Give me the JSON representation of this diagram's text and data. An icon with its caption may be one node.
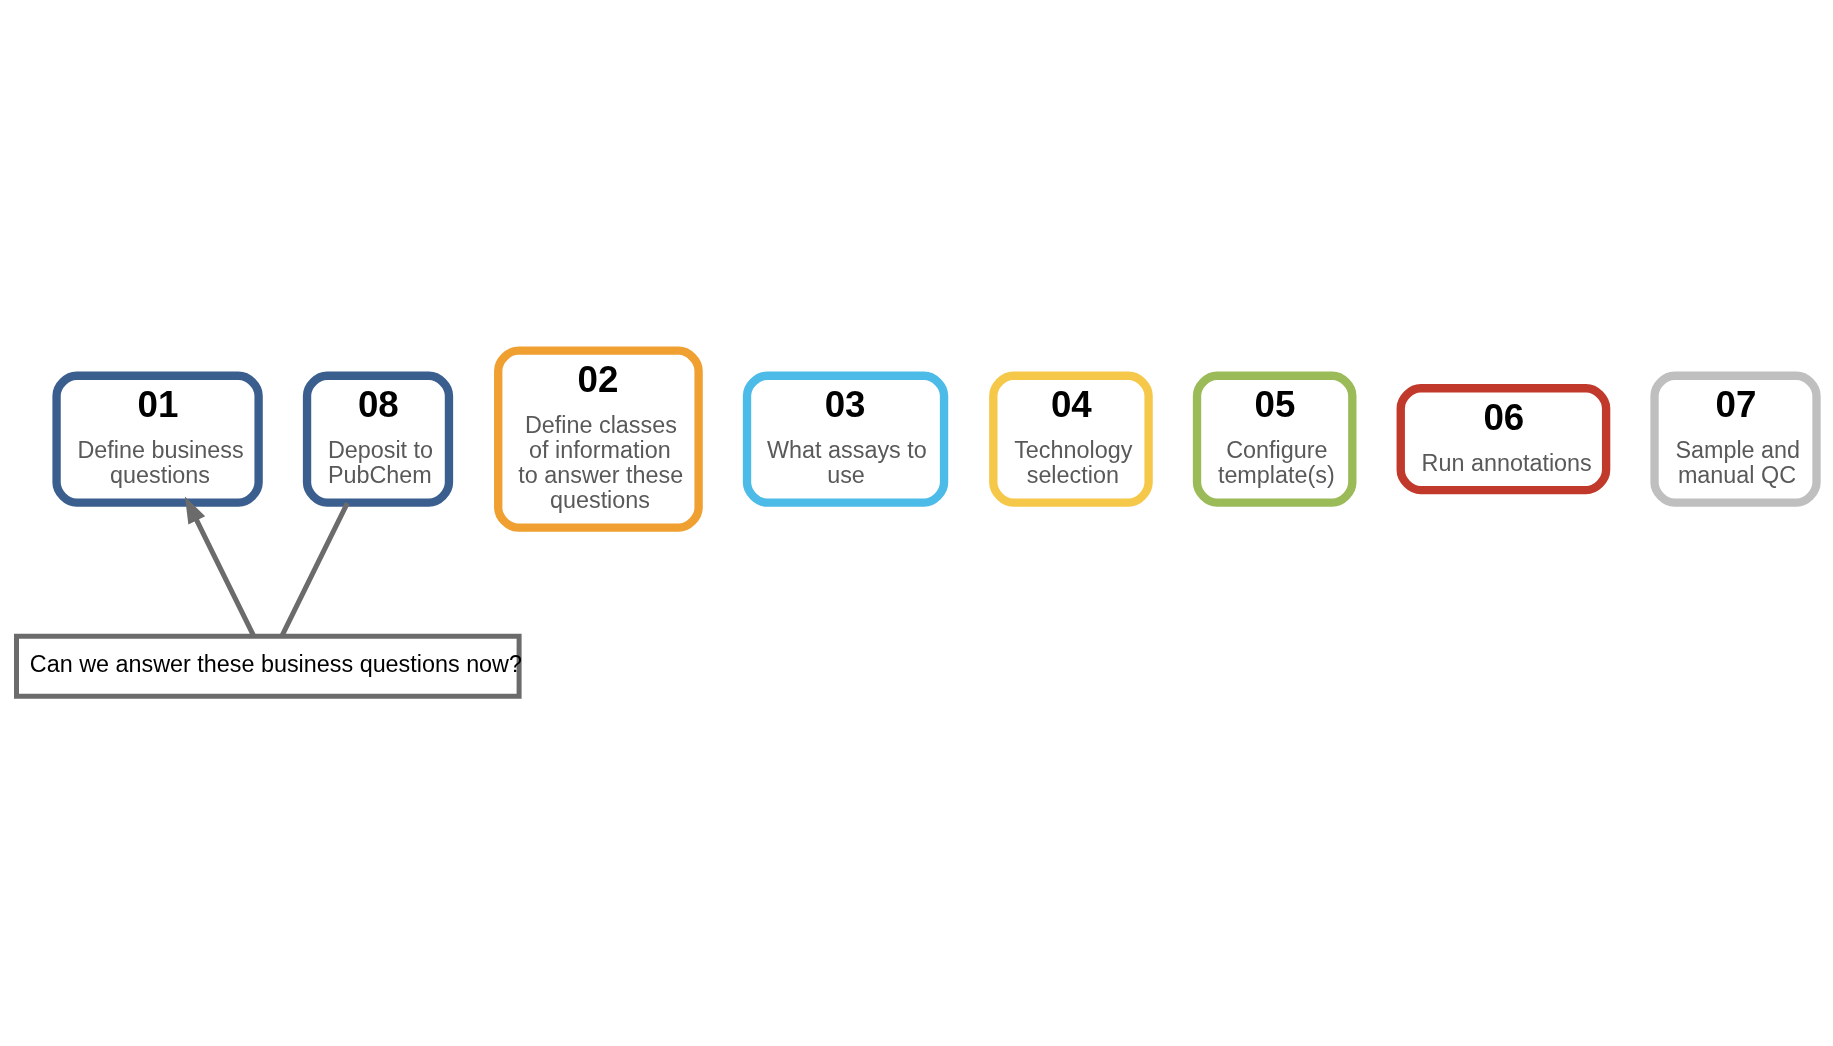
{
  "diagram": {
    "nodes": [
      {
        "text": [
          "01",
          "Define business questions"
        ]
      },
      {
        "text": [
          "02",
          "Define classes of information to answer these questions"
        ]
      },
      {
        "text": [
          "03",
          "What assays to use"
        ]
      },
      {
        "text": [
          "04",
          "Technology selection"
        ]
      },
      {
        "text": [
          "05",
          "Configure template(s)"
        ]
      },
      {
        "text": [
          "06",
          "Run annotations"
        ]
      },
      {
        "text": [
          "07",
          "Sample and manual QC"
        ]
      },
      {
        "text": [
          "08",
          "Deposit to PubChem"
        ]
      },
      {
        "text": [
          "Can we answer these business questions now?"
        ]
      }
    ],
    "edges": [
      {
        "from": 7,
        "to": 8,
        "arrow": "none"
      },
      {
        "from": 8,
        "to": 0,
        "arrow": "to"
      }
    ]
  }
}
